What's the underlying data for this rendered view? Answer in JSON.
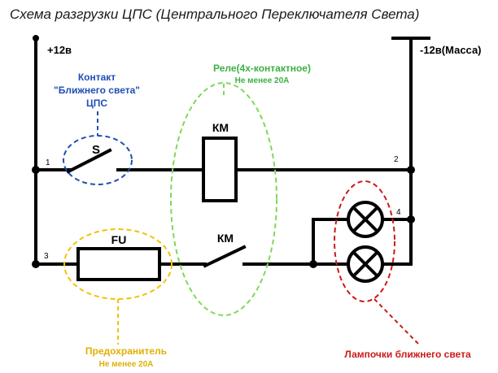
{
  "title": "Схема разгрузки ЦПС (Центрального Переключателя Света)",
  "supply": {
    "plus": "+12в",
    "minus": "-12в(Масса)"
  },
  "nodes": {
    "n1": "1",
    "n2": "2",
    "n3": "3",
    "n4": "4"
  },
  "switch": {
    "symbol": "S",
    "caption_line1": "Контакт",
    "caption_line2": "\"Ближнего света\"",
    "caption_line3": "ЦПС"
  },
  "relay": {
    "coil_label": "КМ",
    "contact_label": "КМ",
    "caption_line1": "Реле(4х-контактное)",
    "caption_line2": "Не менее 20А"
  },
  "fuse": {
    "symbol": "FU",
    "caption_line1": "Предохранитель",
    "caption_line2": "Не менее 20А"
  },
  "lamps": {
    "caption": "Лампочки ближнего света"
  },
  "colors": {
    "wire": "#000000",
    "switch_ring": "#1f4eb3",
    "switch_text": "#1f4eb3",
    "relay_ring": "#7ed957",
    "relay_text": "#3cb043",
    "fuse_ring": "#f2c200",
    "fuse_text": "#e0b000",
    "lamp_ring": "#cc1a1a",
    "lamp_text": "#cc1a1a"
  }
}
